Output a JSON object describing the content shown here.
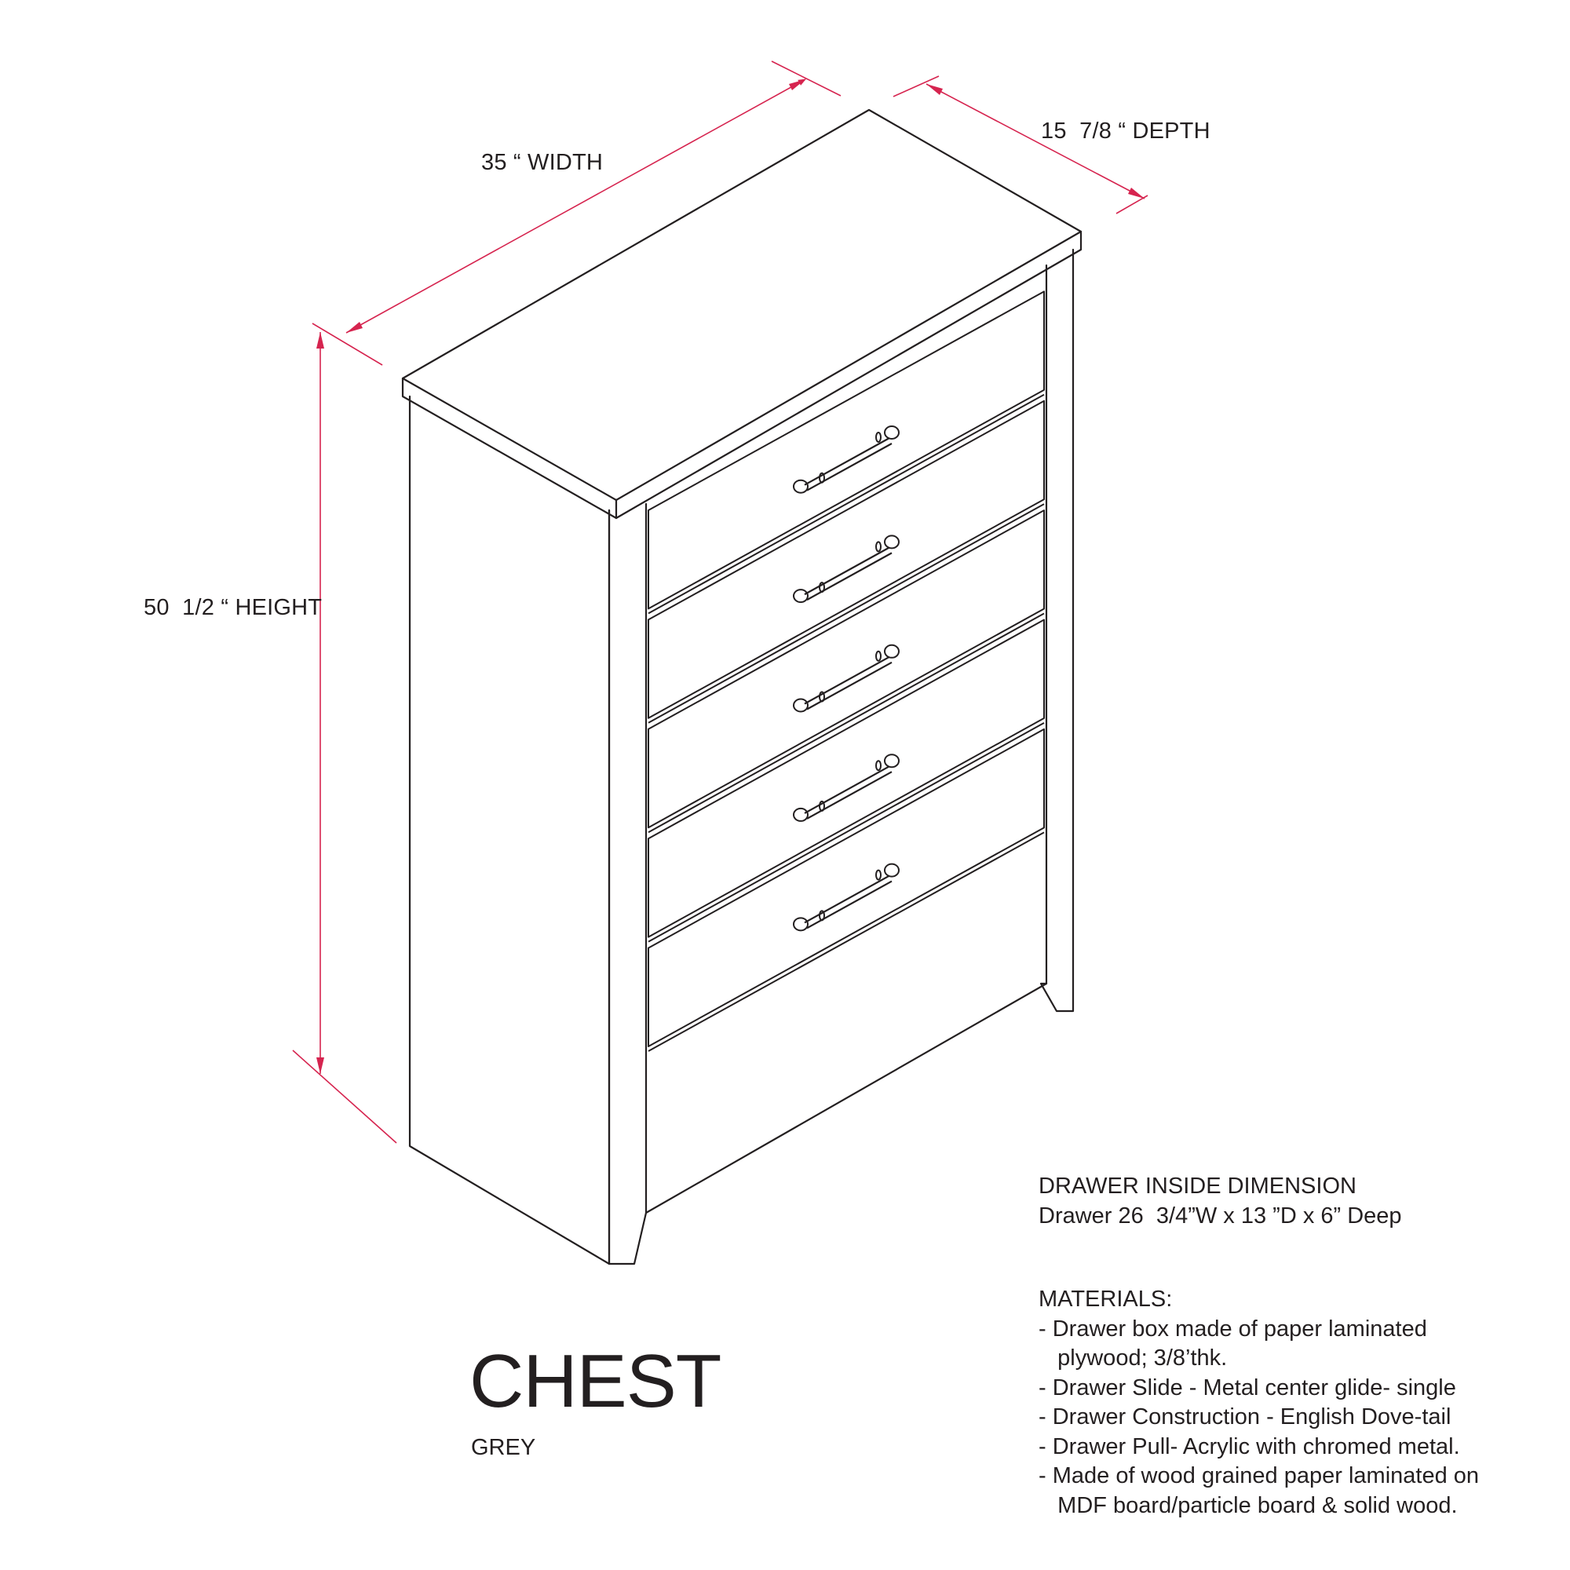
{
  "dimensions": {
    "width_label": "35 “ WIDTH",
    "depth_label": "15  7/8 “ DEPTH",
    "height_label": "50  1/2 “ HEIGHT"
  },
  "product": {
    "title": "CHEST",
    "color": "GREY"
  },
  "drawer_inside": {
    "heading": "DRAWER INSIDE DIMENSION",
    "value": "Drawer 26  3/4”W x 13 ”D x 6” Deep"
  },
  "materials": {
    "heading": "MATERIALS:",
    "lines": [
      "- Drawer box made of paper laminated",
      "   plywood; 3/8’thk.",
      "- Drawer Slide - Metal center glide- single",
      "- Drawer Construction - English Dove-tail",
      "- Drawer Pull- Acrylic with chromed metal.",
      "- Made of wood grained paper laminated on",
      "   MDF board/particle board & solid wood."
    ]
  },
  "colors": {
    "line": "#231f20",
    "dimension_line": "#d6244f",
    "background": "#ffffff"
  },
  "drawer_count": 5
}
